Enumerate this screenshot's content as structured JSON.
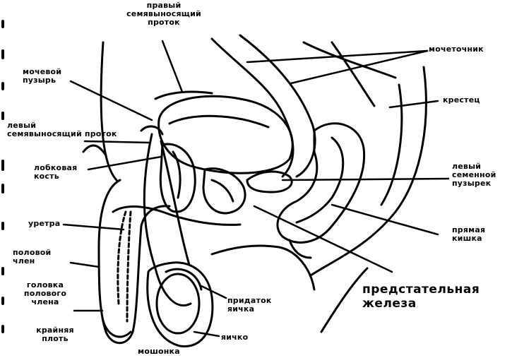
{
  "labels": {
    "right_vas_deferens": "правый\nсемявыносящий\nпроток",
    "bladder": "мочевой\nпузырь",
    "ureters": "мочеточник",
    "sacrum": "крестец",
    "left_vas_deferens": "левый\nсемявыносящий проток",
    "pubic_bone": "лобковая\nкость",
    "left_seminal_vesicle": "левый\nсеменной\nпузырек",
    "rectum": "прямая\nкишка",
    "urethra": "уретра",
    "penis": "половой\nчлен",
    "glans": "головка\nполового\nчлена",
    "foreskin": "крайняя\nплоть",
    "epididymis": "придаток\nяичка",
    "testis": "яичко",
    "scrotum": "мошонка",
    "prostate": "предстательная\nжелеза"
  },
  "colors": {
    "ink": "#000000",
    "background": "#ffffff"
  }
}
